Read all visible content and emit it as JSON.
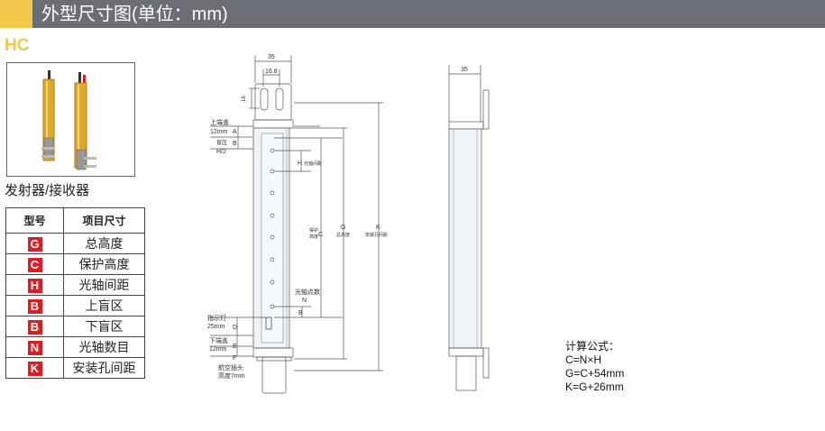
{
  "header": {
    "title": "外型尺寸图(单位：mm)"
  },
  "model_code": "HC",
  "product": {
    "caption": "发射器/接收器"
  },
  "table": {
    "headers": [
      "型号",
      "项目尺寸"
    ],
    "rows": [
      {
        "code": "G",
        "label": "总高度"
      },
      {
        "code": "C",
        "label": "保护高度"
      },
      {
        "code": "H",
        "label": "光轴间距"
      },
      {
        "code": "B",
        "label": "上盲区"
      },
      {
        "code": "B",
        "label": "下盲区"
      },
      {
        "code": "N",
        "label": "光轴数目"
      },
      {
        "code": "K",
        "label": "安装孔间距"
      }
    ]
  },
  "drawing": {
    "dim_35_front": "35",
    "dim_16_8": "16.8",
    "dim_16": "16",
    "label_top_cap": "上端盖",
    "label_12mm_top": "12mm",
    "label_A": "A",
    "label_B_top": "B",
    "label_blind": "盲区",
    "label_H2": "H/2",
    "label_H": "H",
    "label_axis_pitch": "光轴间距",
    "label_protect": "保护",
    "label_height": "高度",
    "label_C": "C",
    "label_G": "G",
    "label_total_height": "总高度",
    "label_K": "K",
    "label_mount_pitch": "安装孔间距",
    "label_axis_count": "光轴点数",
    "label_N": "N",
    "label_B_bottom": "B",
    "label_indicator": "指示灯",
    "label_25mm": "25mm",
    "label_D": "D",
    "label_bottom_cap": "下端盖",
    "label_12mm_bottom": "12mm",
    "label_E": "E",
    "label_F": "F",
    "label_connector": "航空插头",
    "label_connector_h": "高度7mm",
    "dim_35_side": "35"
  },
  "formula": {
    "title": "计算公式：",
    "line1": "C=N×H",
    "line2": "G=C+54mm",
    "line3": "K=G+26mm"
  }
}
